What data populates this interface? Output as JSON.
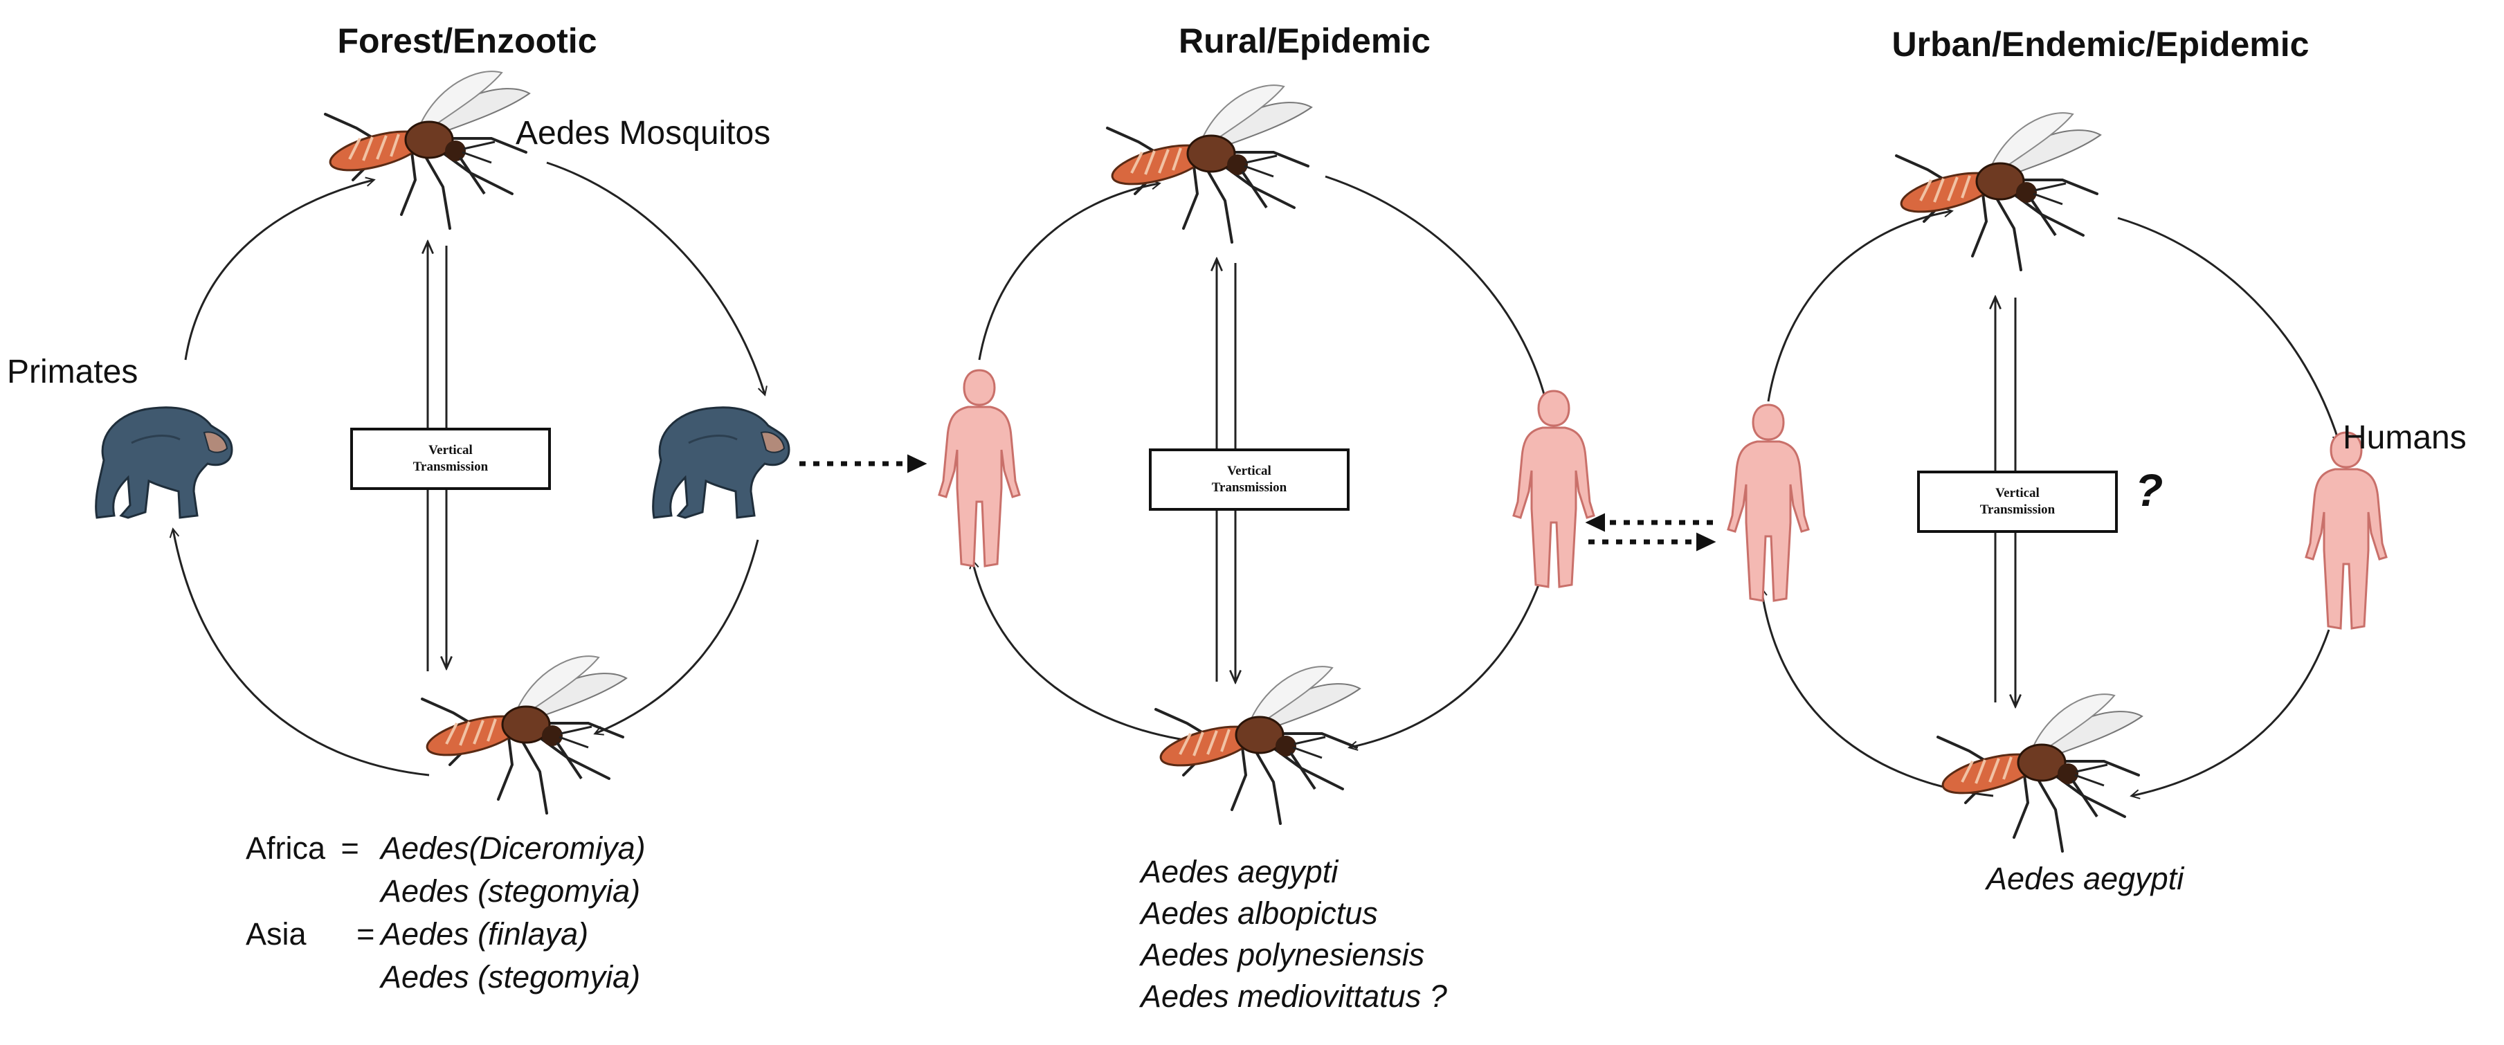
{
  "panels": [
    {
      "title": "Forest/Enzootic",
      "host_label": "Primates",
      "vector_label": "Aedes Mosquitos",
      "vertical_transmission": [
        "Vertical",
        "Transmission"
      ],
      "species": {
        "africa_region": "Africa",
        "asia_region": "Asia",
        "equals": "=",
        "africa": [
          "Aedes(Diceromiya)",
          "Aedes (stegomyia)"
        ],
        "asia": [
          "Aedes (finlaya)",
          "Aedes (stegomyia)"
        ]
      }
    },
    {
      "title": "Rural/Epidemic",
      "vertical_transmission": [
        "Vertical",
        "Transmission"
      ],
      "species_list": [
        "Aedes aegypti",
        "Aedes albopictus",
        "Aedes polynesiensis",
        "Aedes mediovittatus ?"
      ]
    },
    {
      "title": "Urban/Endemic/Epidemic",
      "host_label": "Humans",
      "vertical_transmission": [
        "Vertical",
        "Transmission"
      ],
      "question_mark": "?",
      "species_list": [
        "Aedes aegypti"
      ]
    }
  ],
  "colors": {
    "primate": "#40596f",
    "human_fill": "#f4b9b3",
    "human_stroke": "#c9706a",
    "mosquito_body": "#6e3a22",
    "mosquito_abdomen": "#d9683f",
    "mosquito_wing": "#e9e9e9",
    "line": "#333333"
  }
}
